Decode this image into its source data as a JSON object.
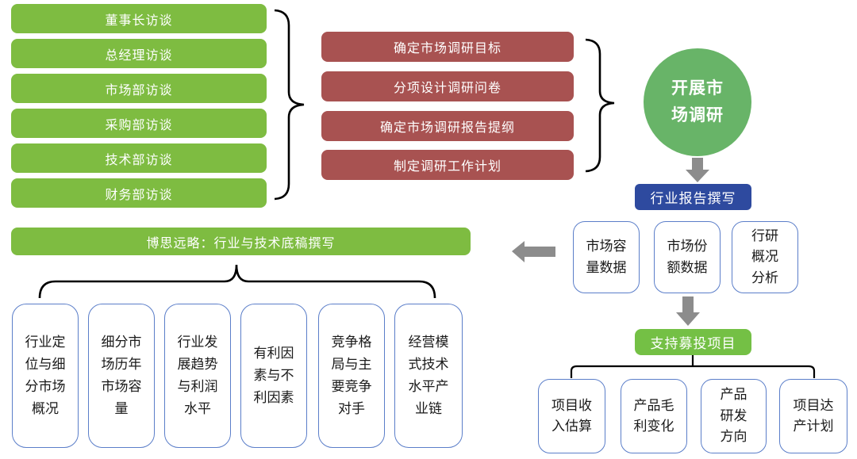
{
  "colors": {
    "bar_green": "#7EBC41",
    "circle_green": "#68B468",
    "support_green": "#74C045",
    "step_red": "#A85251",
    "report_blue": "#2E4A9F",
    "box_border_blue": "#5B7EC9",
    "arrow_gray": "#8C8C8C",
    "line_black": "#000000"
  },
  "interviews": {
    "items": [
      "董事长访谈",
      "总经理访谈",
      "市场部访谈",
      "采购部访谈",
      "技术部访谈",
      "财务部访谈"
    ]
  },
  "research_steps": {
    "items": [
      "确定市场调研目标",
      "分项设计调研问卷",
      "确定市场调研报告提纲",
      "制定调研工作计划"
    ]
  },
  "market_research_circle": {
    "label": "开展市\n场调研"
  },
  "industry_report": {
    "label": "行业报告撰写"
  },
  "data_sources": {
    "items": [
      "市场容\n量数据",
      "市场份\n额数据",
      "行研\n概况\n分析"
    ]
  },
  "support_projects": {
    "label": "支持募投项目"
  },
  "project_outputs": {
    "items": [
      "项目收\n入估算",
      "产品毛\n利变化",
      "产品\n研发\n方向",
      "项目达\n产计划"
    ]
  },
  "draft_writing": {
    "label": "博思远略：行业与技术底稿撰写"
  },
  "draft_topics": {
    "items": [
      "行业定\n位与细\n分市场\n概况",
      "细分市\n场历年\n市场容\n量",
      "行业发\n展趋势\n与利润\n水平",
      "有利因\n素与不\n利因素",
      "竞争格\n局与主\n要竞争\n对手",
      "经营模\n式技术\n水平产\n业链"
    ]
  }
}
